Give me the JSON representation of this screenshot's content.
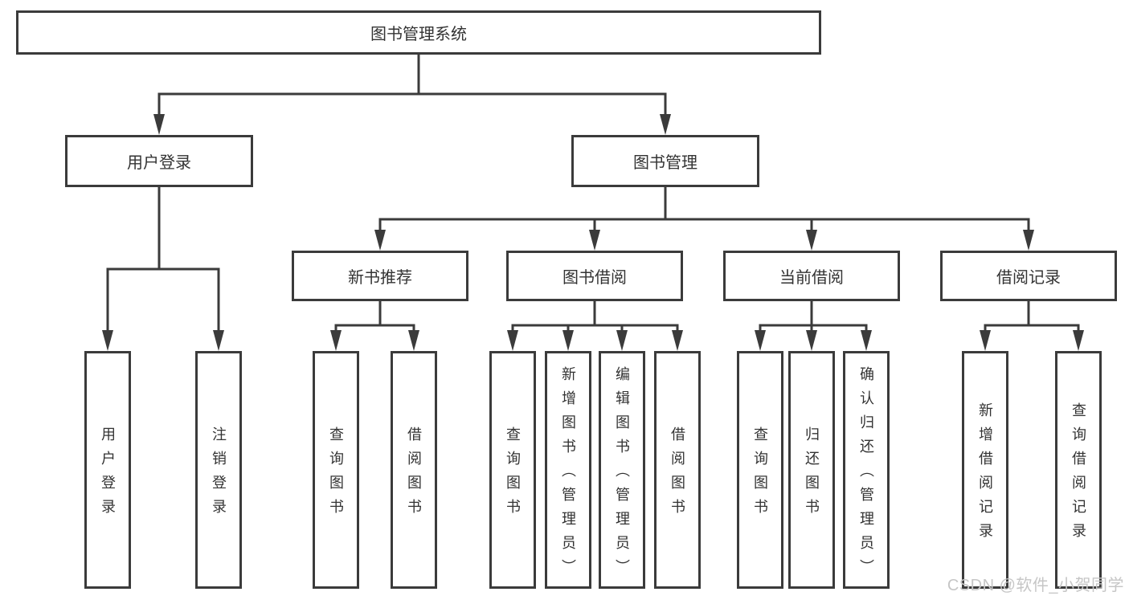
{
  "title": "图书管理系统",
  "tree": {
    "root": {
      "label": "图书管理系统"
    },
    "branches": [
      {
        "label": "用户登录",
        "children": [
          {
            "label": "用户登录"
          },
          {
            "label": "注销登录"
          }
        ]
      },
      {
        "label": "图书管理",
        "children": [
          {
            "label": "新书推荐",
            "children": [
              {
                "label": "查询图书"
              },
              {
                "label": "借阅图书"
              }
            ]
          },
          {
            "label": "图书借阅",
            "children": [
              {
                "label": "查询图书"
              },
              {
                "label": "新增图书（管理员）"
              },
              {
                "label": "编辑图书（管理员）"
              },
              {
                "label": "借阅图书"
              }
            ]
          },
          {
            "label": "当前借阅",
            "children": [
              {
                "label": "查询图书"
              },
              {
                "label": "归还图书"
              },
              {
                "label": "确认归还（管理员）"
              }
            ]
          },
          {
            "label": "借阅记录",
            "children": [
              {
                "label": "新增借阅记录"
              },
              {
                "label": "查询借阅记录"
              }
            ]
          }
        ]
      }
    ]
  },
  "watermark": {
    "text": "CSDN @软件_小贺同学"
  },
  "colors": {
    "line": "#3b3b3b",
    "border": "#3b3b3b",
    "text": "#333333",
    "background": "#ffffff",
    "watermark": "#c6c6c6"
  }
}
